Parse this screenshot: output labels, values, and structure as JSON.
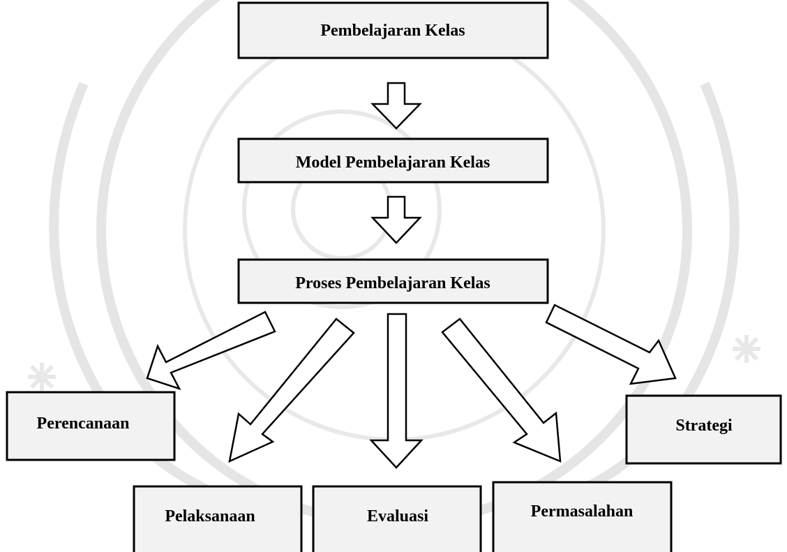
{
  "diagram": {
    "top": "Pembelajaran Kelas",
    "model": "Model Pembelajaran Kelas",
    "process": "Proses Pembelajaran Kelas",
    "branches": {
      "perencanaan": "Perencanaan",
      "pelaksanaan": "Pelaksanaan",
      "evaluasi": "Evaluasi",
      "permasalahan": "Permasalahan",
      "strategi": "Strategi"
    }
  },
  "colors": {
    "box_fill": "#f2f2f2",
    "stroke": "#000000",
    "watermark": "#cfcfcf"
  },
  "watermark": {
    "icon": "university-seal-watermark"
  }
}
